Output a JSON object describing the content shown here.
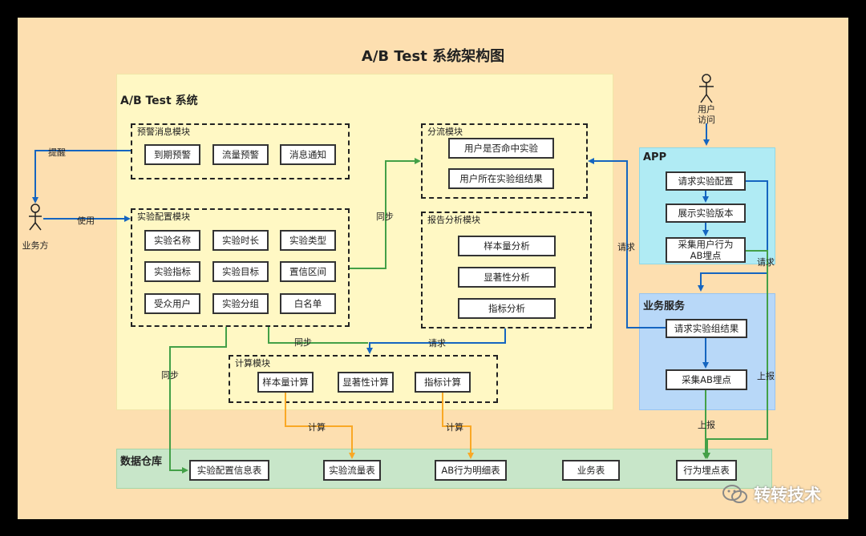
{
  "title": "A/B Test 系统架构图",
  "regions": {
    "ab_system": "A/B Test 系统",
    "app": "APP",
    "biz_service": "业务服务",
    "warehouse": "数据仓库"
  },
  "modules": {
    "alert": {
      "title": "预警消息模块",
      "items": [
        "到期预警",
        "流量预警",
        "消息通知"
      ]
    },
    "config": {
      "title": "实验配置模块",
      "items": [
        "实验名称",
        "实验时长",
        "实验类型",
        "实验指标",
        "实验目标",
        "置信区间",
        "受众用户",
        "实验分组",
        "白名单"
      ]
    },
    "split": {
      "title": "分流模块",
      "items": [
        "用户是否命中实验",
        "用户所在实验组结果"
      ]
    },
    "report": {
      "title": "报告分析模块",
      "items": [
        "样本量分析",
        "显著性分析",
        "指标分析"
      ]
    },
    "compute": {
      "title": "计算模块",
      "items": [
        "样本量计算",
        "显著性计算",
        "指标计算"
      ]
    }
  },
  "app_items": [
    "请求实验配置",
    "展示实验版本",
    "采集用户行为\nAB埋点"
  ],
  "biz_items": [
    "请求实验组结果",
    "采集AB埋点"
  ],
  "warehouse_items": [
    "实验配置信息表",
    "实验流量表",
    "AB行为明细表",
    "业务表",
    "行为埋点表"
  ],
  "actors": {
    "user": "用户\n访问",
    "business": "业务方"
  },
  "edge_labels": {
    "remind": "提醒",
    "use": "使用",
    "sync": "同步",
    "request": "请求",
    "compute": "计算",
    "report_up": "上报"
  },
  "watermark": "转转技术",
  "colors": {
    "frame_bg": "#fddfb0",
    "system_bg": "#fff8c4",
    "app_bg": "#b0ebf4",
    "biz_bg": "#b8d8f8",
    "warehouse_bg": "#c8e6c9",
    "blue_line": "#1565c0",
    "green_line": "#43a047",
    "orange_line": "#f9a825"
  }
}
